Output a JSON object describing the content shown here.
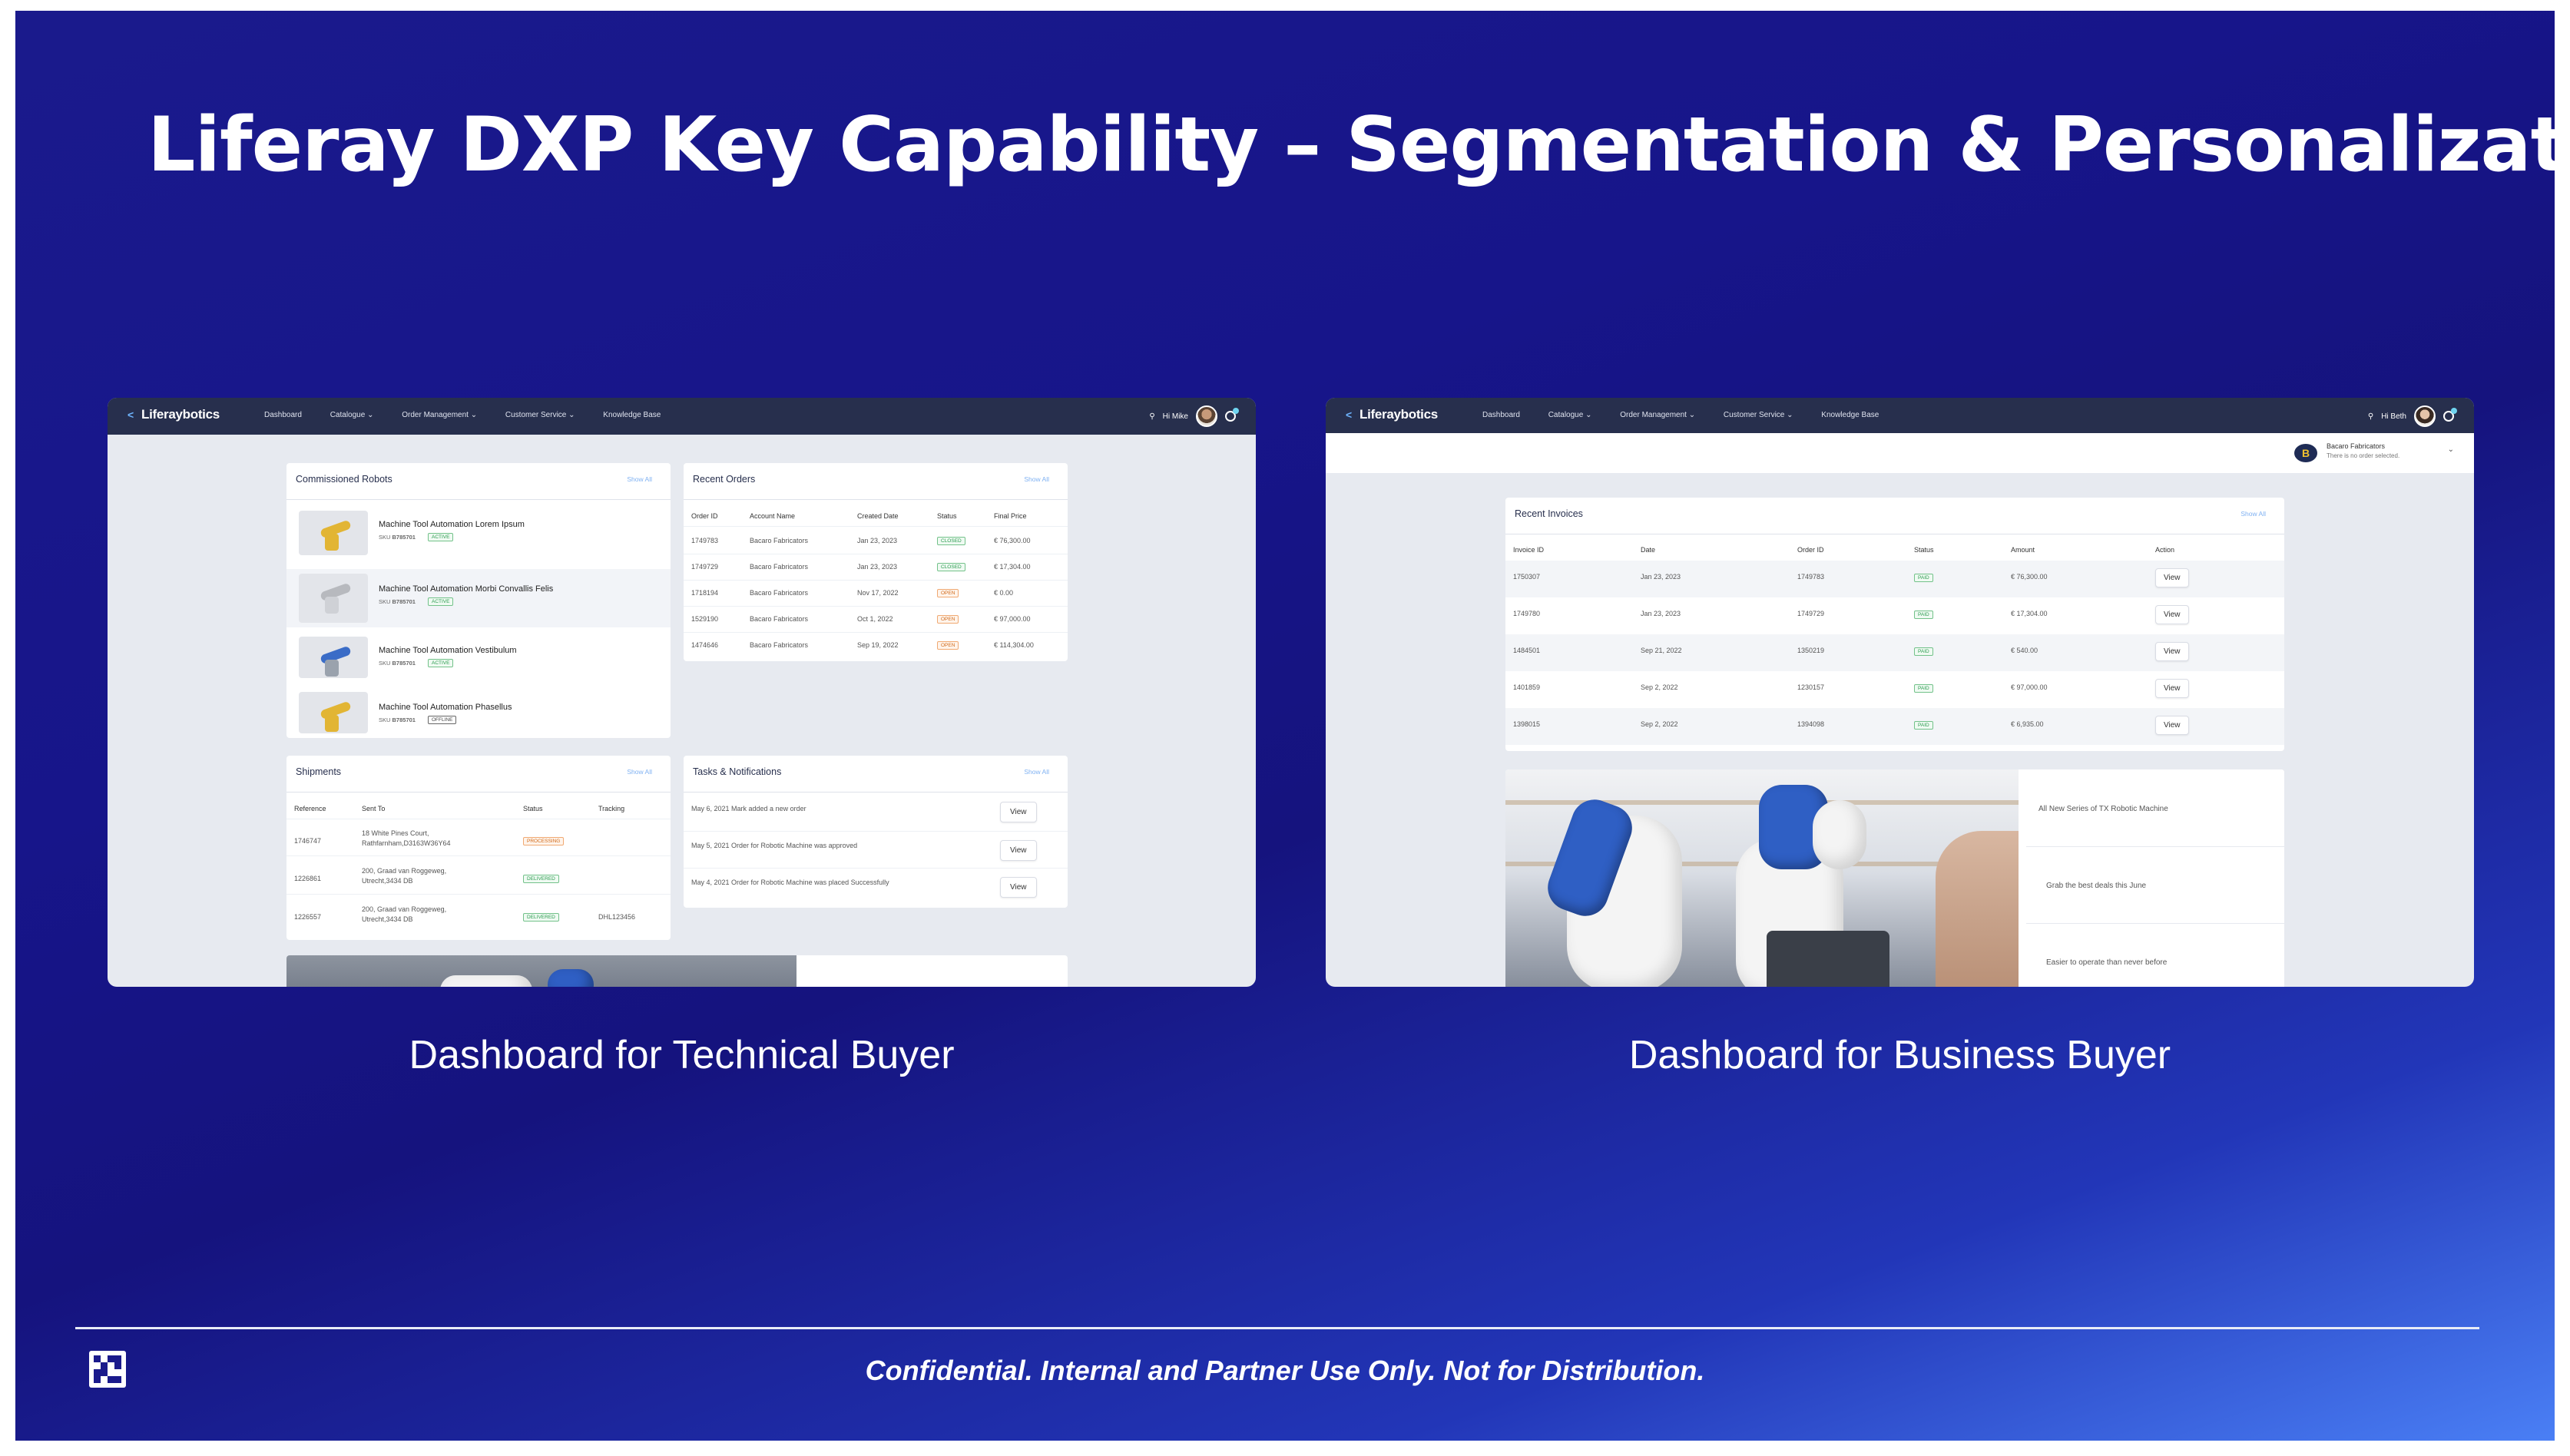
{
  "slide": {
    "title": "Liferay DXP Key Capability – Segmentation & Personalization",
    "footer": "Confidential. Internal and Partner Use Only. Not for Distribution.",
    "left_caption": "Dashboard for Technical Buyer",
    "right_caption": "Dashboard for Business Buyer"
  },
  "app": {
    "brand": "Liferaybotics",
    "nav": [
      "Dashboard",
      "Catalogue ⌄",
      "Order Management ⌄",
      "Customer Service ⌄",
      "Knowledge Base"
    ]
  },
  "left": {
    "greeting": "Hi Mike",
    "robots": {
      "title": "Commissioned Robots",
      "link": "Show All",
      "items": [
        {
          "name": "Machine Tool Automation Lorem Ipsum",
          "sku_label": "SKU",
          "sku": "B785701",
          "status": "ACTIVE"
        },
        {
          "name": "Machine Tool Automation Morbi Convallis Felis",
          "sku_label": "SKU",
          "sku": "B785701",
          "status": "ACTIVE"
        },
        {
          "name": "Machine Tool Automation Vestibulum",
          "sku_label": "SKU",
          "sku": "B785701",
          "status": "ACTIVE"
        },
        {
          "name": "Machine Tool Automation Phasellus",
          "sku_label": "SKU",
          "sku": "B785701",
          "status": "OFFLINE"
        }
      ]
    },
    "orders": {
      "title": "Recent Orders",
      "link": "Show All",
      "headers": [
        "Order ID",
        "Account Name",
        "Created Date",
        "Status",
        "Final Price"
      ],
      "rows": [
        [
          "1749783",
          "Bacaro Fabricators",
          "Jan 23, 2023",
          "CLOSED",
          "€ 76,300.00"
        ],
        [
          "1749729",
          "Bacaro Fabricators",
          "Jan 23, 2023",
          "CLOSED",
          "€ 17,304.00"
        ],
        [
          "1718194",
          "Bacaro Fabricators",
          "Nov 17, 2022",
          "OPEN",
          "€ 0.00"
        ],
        [
          "1529190",
          "Bacaro Fabricators",
          "Oct 1, 2022",
          "OPEN",
          "€ 97,000.00"
        ],
        [
          "1474646",
          "Bacaro Fabricators",
          "Sep 19, 2022",
          "OPEN",
          "€ 114,304.00"
        ]
      ]
    },
    "shipments": {
      "title": "Shipments",
      "link": "Show All",
      "headers": [
        "Reference",
        "Sent To",
        "Status",
        "Tracking"
      ],
      "rows": [
        {
          "ref": "1746747",
          "to1": "18 White Pines Court,",
          "to2": "Rathfarnham,D3163W36Y64",
          "status": "PROCESSING",
          "tracking": ""
        },
        {
          "ref": "1226861",
          "to1": "200, Graad van Roggeweg,",
          "to2": "Utrecht,3434 DB",
          "status": "DELIVERED",
          "tracking": ""
        },
        {
          "ref": "1226557",
          "to1": "200, Graad van Roggeweg,",
          "to2": "Utrecht,3434 DB",
          "status": "DELIVERED",
          "tracking": "DHL123456"
        }
      ]
    },
    "tasks": {
      "title": "Tasks & Notifications",
      "link": "Show All",
      "rows": [
        {
          "text": "May 6, 2021 Mark added a new order",
          "button": "View"
        },
        {
          "text": "May 5, 2021 Order for Robotic Machine was approved",
          "button": "View"
        },
        {
          "text": "May 4, 2021 Order for Robotic Machine was placed Successfully",
          "button": "View"
        }
      ]
    }
  },
  "right": {
    "greeting": "Hi Beth",
    "account": {
      "name": "Bacaro Fabricators",
      "sub": "There is no order selected."
    },
    "invoices": {
      "title": "Recent Invoices",
      "link": "Show All",
      "headers": [
        "Invoice ID",
        "Date",
        "Order ID",
        "Status",
        "Amount",
        "Action"
      ],
      "rows": [
        [
          "1750307",
          "Jan 23, 2023",
          "1749783",
          "PAID",
          "€ 76,300.00",
          "View"
        ],
        [
          "1749780",
          "Jan 23, 2023",
          "1749729",
          "PAID",
          "€ 17,304.00",
          "View"
        ],
        [
          "1484501",
          "Sep 21, 2022",
          "1350219",
          "PAID",
          "€ 540.00",
          "View"
        ],
        [
          "1401859",
          "Sep 2, 2022",
          "1230157",
          "PAID",
          "€ 97,000.00",
          "View"
        ],
        [
          "1398015",
          "Sep 2, 2022",
          "1394098",
          "PAID",
          "€ 6,935.00",
          "View"
        ]
      ]
    },
    "promos": [
      "All New Series of TX Robotic Machine",
      "Grab the best deals this June",
      "Easier to operate than never before"
    ]
  }
}
